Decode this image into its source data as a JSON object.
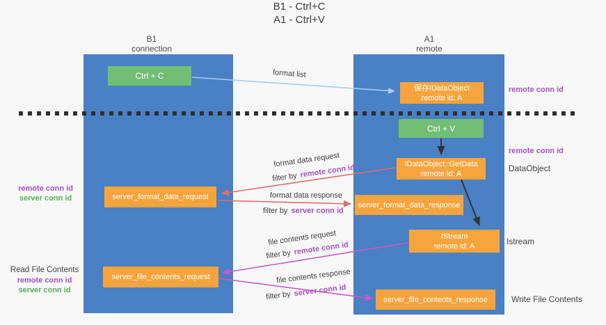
{
  "colors": {
    "background": "#F8F8F9",
    "panel_blue": "#4A80C4",
    "box_green": "#72BE74",
    "box_orange": "#F8A43D",
    "box_text": "#FFFFFF",
    "purple_text": "#A750C0",
    "green_text": "#56AE56",
    "salmon_arrow": "#E06C6C",
    "magenta_arrow": "#C85AC8",
    "lightblue_arrow": "#A6CCF0",
    "black_arrow": "#333333",
    "text_dark": "#3C3C3C"
  },
  "title": {
    "line1": "B1 - Ctrl+C",
    "line2": "A1 - Ctrl+V"
  },
  "columns": {
    "left": {
      "name": "B1",
      "subtitle": "connection"
    },
    "right": {
      "name": "A1",
      "subtitle": "remote"
    }
  },
  "boxes": {
    "ctrl_c": {
      "label": "Ctrl + C"
    },
    "ctrl_v": {
      "label": "Ctrl + V"
    },
    "save_dataobject": {
      "line1": "保存IDataObject",
      "line2": "remote id: A"
    },
    "getdata": {
      "line1": "IDataObject::GetData",
      "line2": "remote id: A"
    },
    "istream": {
      "line1": "IStream",
      "line2": "remote id: A"
    },
    "format_request": {
      "label": "server_format_data_request"
    },
    "format_response": {
      "label": "server_format_data_response"
    },
    "file_request": {
      "label": "server_file_contents_request"
    },
    "file_response": {
      "label": "server_file_contents_response"
    }
  },
  "arrow_labels": {
    "format_list": "format list",
    "filter_by": "filter by",
    "remote_conn_id": "remote conn id",
    "server_conn_id": "server conn id",
    "format_data_request": "format data request",
    "format_data_response": "format data response",
    "file_contents_request": "file contents request",
    "file_contents_response": "file contents response"
  },
  "side_labels": {
    "remote_conn_id": "remote conn id",
    "server_conn_id": "server conn id",
    "dataobject": "DataObject",
    "istream": "Istream",
    "read_file_contents": "Read File Contents",
    "write_file_contents": "Write File Contents"
  }
}
